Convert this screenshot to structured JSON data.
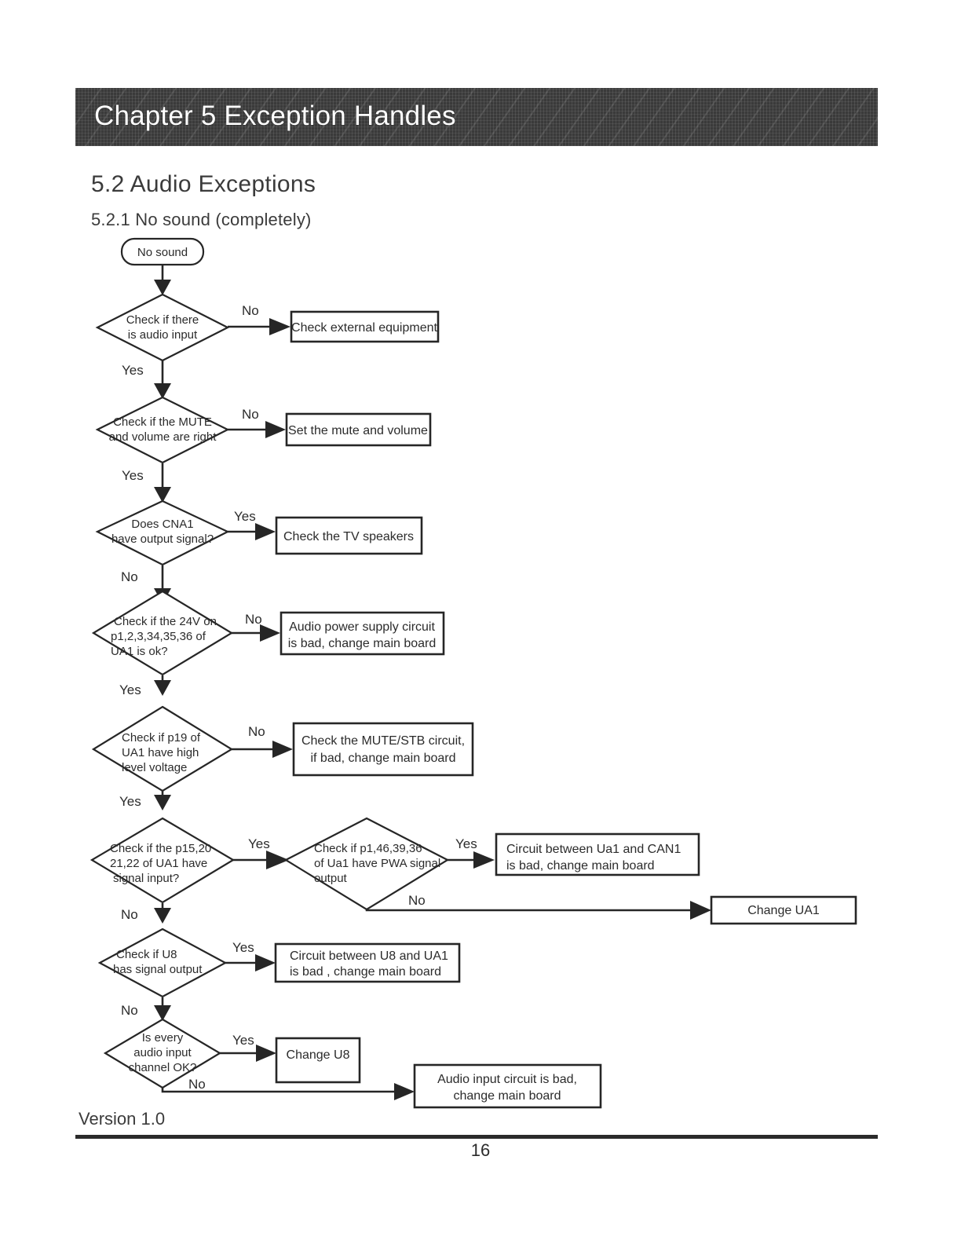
{
  "header": {
    "chapter_title": "Chapter 5 Exception Handles"
  },
  "section": {
    "title": "5.2 Audio Exceptions",
    "subsection": "5.2.1 No sound (completely)"
  },
  "footer": {
    "version": "Version 1.0",
    "page_number": "16"
  },
  "flowchart": {
    "start": {
      "label": "No sound"
    },
    "decisions": [
      {
        "id": "d1",
        "label_lines": [
          "Check if there",
          "is audio input"
        ],
        "yes_label": "Yes",
        "no_label": "No"
      },
      {
        "id": "d2",
        "label_lines": [
          "Check if the MUTE",
          "and volume are right"
        ],
        "yes_label": "Yes",
        "no_label": "No"
      },
      {
        "id": "d3",
        "label_lines": [
          "Does  CNA1",
          "have output signal?"
        ],
        "yes_label": "Yes",
        "no_label": "No"
      },
      {
        "id": "d4",
        "label_lines": [
          "Check if the 24V on",
          "p1,2,3,34,35,36 of",
          "UA1 is ok?"
        ],
        "yes_label": "Yes",
        "no_label": "No"
      },
      {
        "id": "d5",
        "label_lines": [
          "Check if p19 of",
          "UA1 have high",
          "level voltage"
        ],
        "yes_label": "Yes",
        "no_label": "No"
      },
      {
        "id": "d6",
        "label_lines": [
          "Check if the p15,20",
          "21,22  of UA1 have",
          "signal input?"
        ],
        "yes_label": "Yes",
        "no_label": "No"
      },
      {
        "id": "d7",
        "label_lines": [
          "Check if p1,46,39,36",
          "of Ua1 have PWA signal",
          "output"
        ],
        "yes_label": "Yes",
        "no_label": "No"
      },
      {
        "id": "d8",
        "label_lines": [
          "Check if U8",
          "has signal output"
        ],
        "yes_label": "Yes",
        "no_label": "No"
      },
      {
        "id": "d9",
        "label_lines": [
          "Is every",
          "audio input",
          "channel OK?"
        ],
        "yes_label": "Yes",
        "no_label": "No"
      }
    ],
    "outcomes": [
      {
        "id": "b1",
        "label_lines": [
          "Check external equipment"
        ]
      },
      {
        "id": "b2",
        "label_lines": [
          "Set the mute and volume"
        ]
      },
      {
        "id": "b3",
        "label_lines": [
          "Check the TV speakers"
        ]
      },
      {
        "id": "b4",
        "label_lines": [
          "Audio power supply circuit",
          "is bad, change main board"
        ]
      },
      {
        "id": "b5",
        "label_lines": [
          "Check the MUTE/STB circuit,",
          "if bad, change main board"
        ]
      },
      {
        "id": "b6",
        "label_lines": [
          "Circuit between Ua1 and CAN1",
          "is bad, change main board"
        ]
      },
      {
        "id": "b7",
        "label_lines": [
          "Change UA1"
        ]
      },
      {
        "id": "b8",
        "label_lines": [
          "Circuit between U8 and UA1",
          "is bad , change main board"
        ]
      },
      {
        "id": "b9",
        "label_lines": [
          "Change U8"
        ]
      },
      {
        "id": "b10",
        "label_lines": [
          "Audio input circuit is bad,",
          "change main board"
        ]
      }
    ]
  },
  "colors": {
    "band_background": "#3a3a3a",
    "band_text": "#ffffff",
    "ink": "#262626",
    "paper": "#ffffff"
  }
}
